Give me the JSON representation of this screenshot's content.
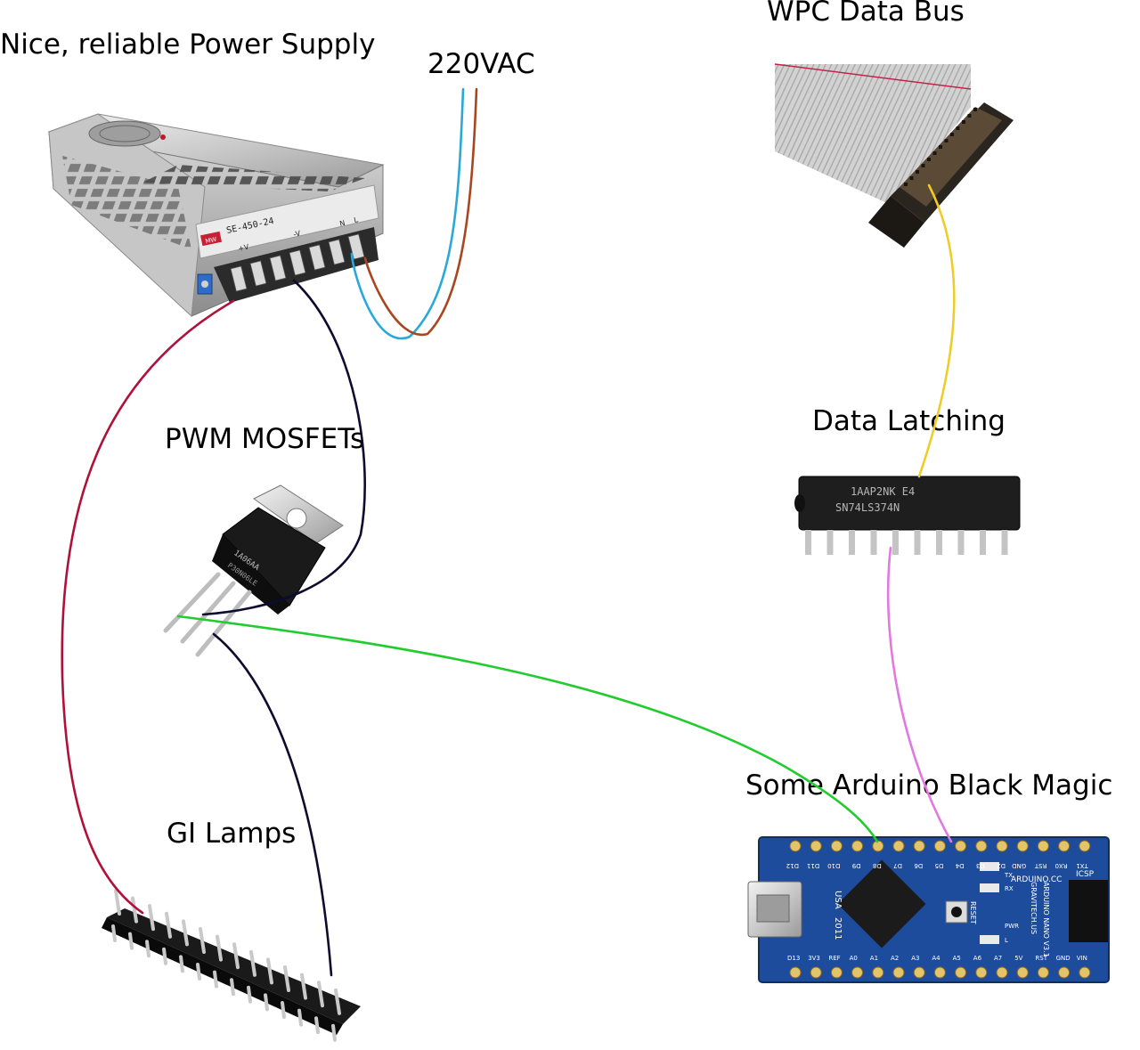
{
  "labels": {
    "power_supply": "Nice, reliable Power Supply",
    "mains": "220VAC",
    "data_bus": "WPC Data Bus",
    "latching": "Data Latching",
    "mosfets": "PWM MOSFETs",
    "arduino": "Some Arduino Black Magic",
    "lamps": "GI Lamps"
  },
  "psu_print": {
    "model": "SE-450-24",
    "brand": "MW",
    "plus_v": "+V",
    "minus_v": "-V",
    "neutral": "N",
    "line": "L"
  },
  "mosfet_print": {
    "line1": "1A06AA",
    "line2": "P30N06LE"
  },
  "ic_print": {
    "line1": "1AAP2NK E4",
    "line2": "SN74LS374N"
  },
  "arduino_print": {
    "top_pins": [
      "D12",
      "D11",
      "D10",
      "D9",
      "D8",
      "D7",
      "D6",
      "D5",
      "D4",
      "D3",
      "D2",
      "GND",
      "RST",
      "RX0",
      "TX1"
    ],
    "bottom_pins": [
      "D13",
      "3V3",
      "REF",
      "A0",
      "A1",
      "A2",
      "A3",
      "A4",
      "A5",
      "A6",
      "A7",
      "5V",
      "RST",
      "GND",
      "VIN"
    ],
    "name": "ARDUINO NANO V3.1",
    "maker": "GRAVITECH.US",
    "site": "ARDUINO.CC",
    "reset": "RESET",
    "icsp": "ICSP",
    "country": "USA",
    "year": "2011",
    "leds": [
      "TX",
      "RX",
      "PWR",
      "L"
    ]
  },
  "colors": {
    "red_wire": "#b0113b",
    "black_wire": "#0f0b2e",
    "blue_wire": "#2aa8d8",
    "brown_wire": "#a8471f",
    "yellow_wire": "#f0cc2a",
    "green_wire": "#22cc2e",
    "violet_wire": "#e07ae0",
    "pcb_blue": "#1d4c9c"
  }
}
